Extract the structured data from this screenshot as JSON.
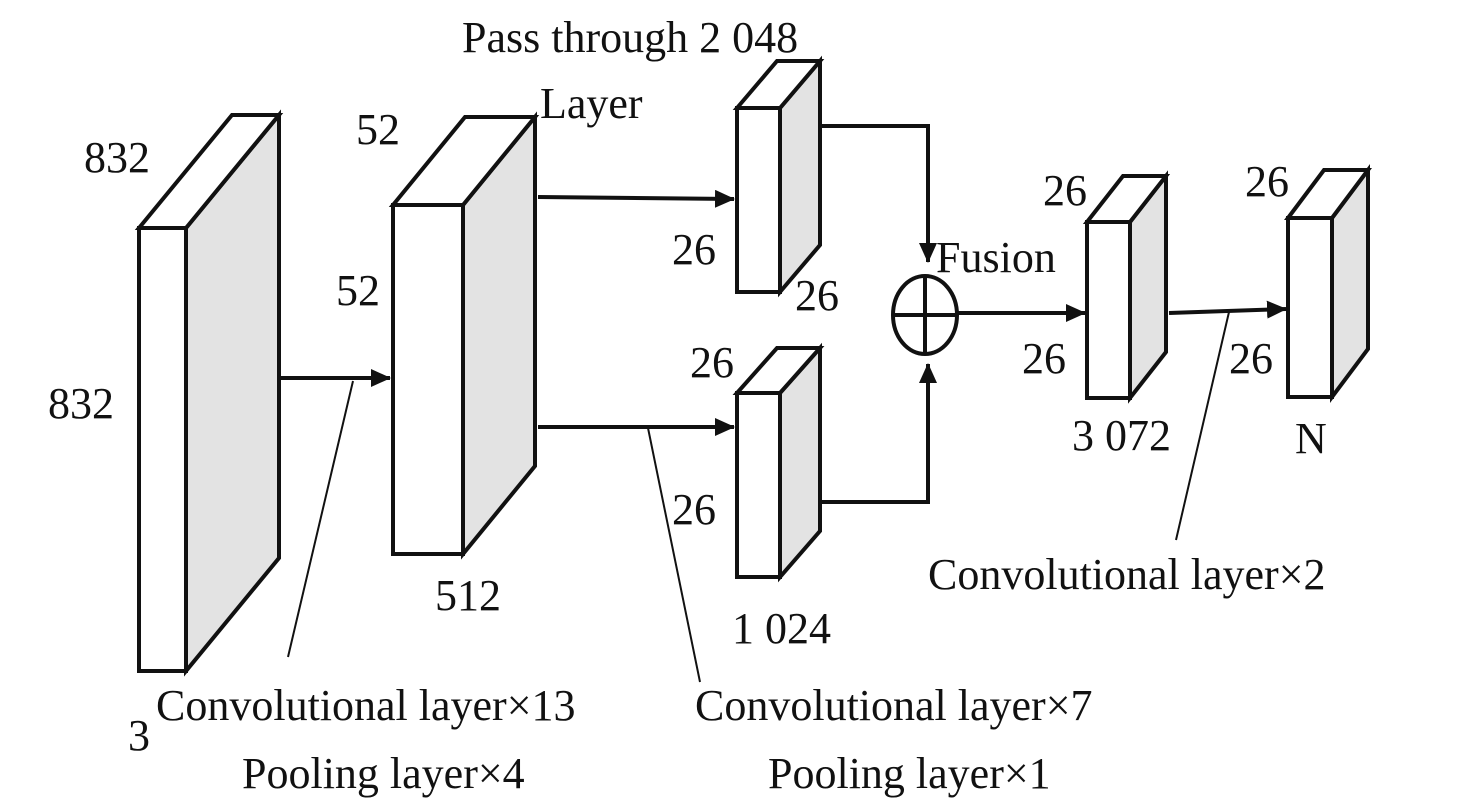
{
  "colors": {
    "line": "#111111",
    "front_face": "#ffffff",
    "side_face": "#e3e3e3",
    "background": "#ffffff"
  },
  "blocks": {
    "input": {
      "dim_top": "832",
      "dim_side": "832",
      "dim_depth": "3"
    },
    "backbone": {
      "dim_top": "52",
      "dim_side": "52",
      "dim_depth": "512"
    },
    "passthrough": {
      "dim_left": "26",
      "dim_right": "26"
    },
    "branch": {
      "dim_top": "26",
      "dim_side": "26",
      "dim_depth": "1 024"
    },
    "fused": {
      "dim_top": "26",
      "dim_side": "26",
      "dim_depth": "3 072"
    },
    "output": {
      "dim_top": "26",
      "dim_side": "26",
      "dim_depth": "N"
    }
  },
  "labels": {
    "pass_through_line1": "Pass through 2 048",
    "pass_through_line2": "Layer",
    "fusion": "Fusion",
    "stage1_conv": "Convolutional layer×13",
    "stage1_pool": "Pooling layer×4",
    "stage2_conv": "Convolutional layer×7",
    "stage2_pool": "Pooling layer×1",
    "stage3_conv": "Convolutional layer×2"
  },
  "icons": {
    "fusion_operator": "circled-plus-icon"
  }
}
